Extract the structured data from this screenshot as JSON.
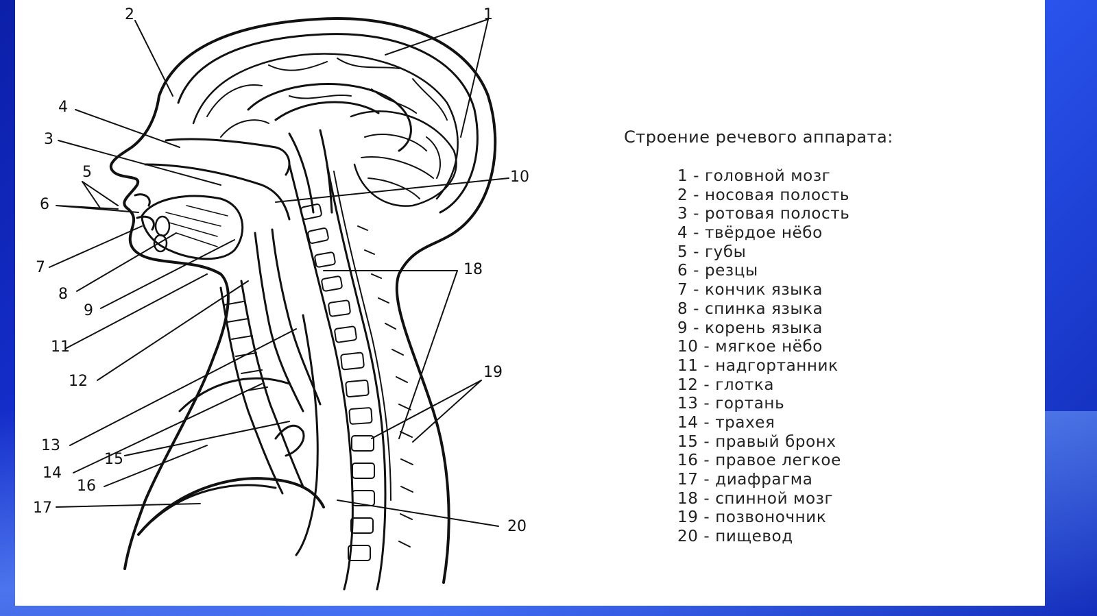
{
  "diagram": {
    "title": "Строение речевого аппарата:",
    "legend": [
      {
        "num": "1",
        "label": "1 - головной мозг"
      },
      {
        "num": "2",
        "label": "2 - носовая полость"
      },
      {
        "num": "3",
        "label": "3 - ротовая полость"
      },
      {
        "num": "4",
        "label": "4 - твёрдое нёбо"
      },
      {
        "num": "5",
        "label": "5 - губы"
      },
      {
        "num": "6",
        "label": "6 - резцы"
      },
      {
        "num": "7",
        "label": "7 - кончик языка"
      },
      {
        "num": "8",
        "label": "8 - спинка языка"
      },
      {
        "num": "9",
        "label": "9 - корень языка"
      },
      {
        "num": "10",
        "label": "10 - мягкое нёбо"
      },
      {
        "num": "11",
        "label": "11 - надгортанник"
      },
      {
        "num": "12",
        "label": "12 - глотка"
      },
      {
        "num": "13",
        "label": "13 - гортань"
      },
      {
        "num": "14",
        "label": "14 - трахея"
      },
      {
        "num": "15",
        "label": "15 - правый бронх"
      },
      {
        "num": "16",
        "label": "16 - правое легкое"
      },
      {
        "num": "17",
        "label": "17 - диафрагма"
      },
      {
        "num": "18",
        "label": "18 - спинной мозг"
      },
      {
        "num": "19",
        "label": "19 - позвоночник"
      },
      {
        "num": "20",
        "label": "20 - пищевод"
      }
    ]
  },
  "colors": {
    "background": "#1733d6",
    "slide": "#ffffff",
    "ink": "#111111"
  }
}
